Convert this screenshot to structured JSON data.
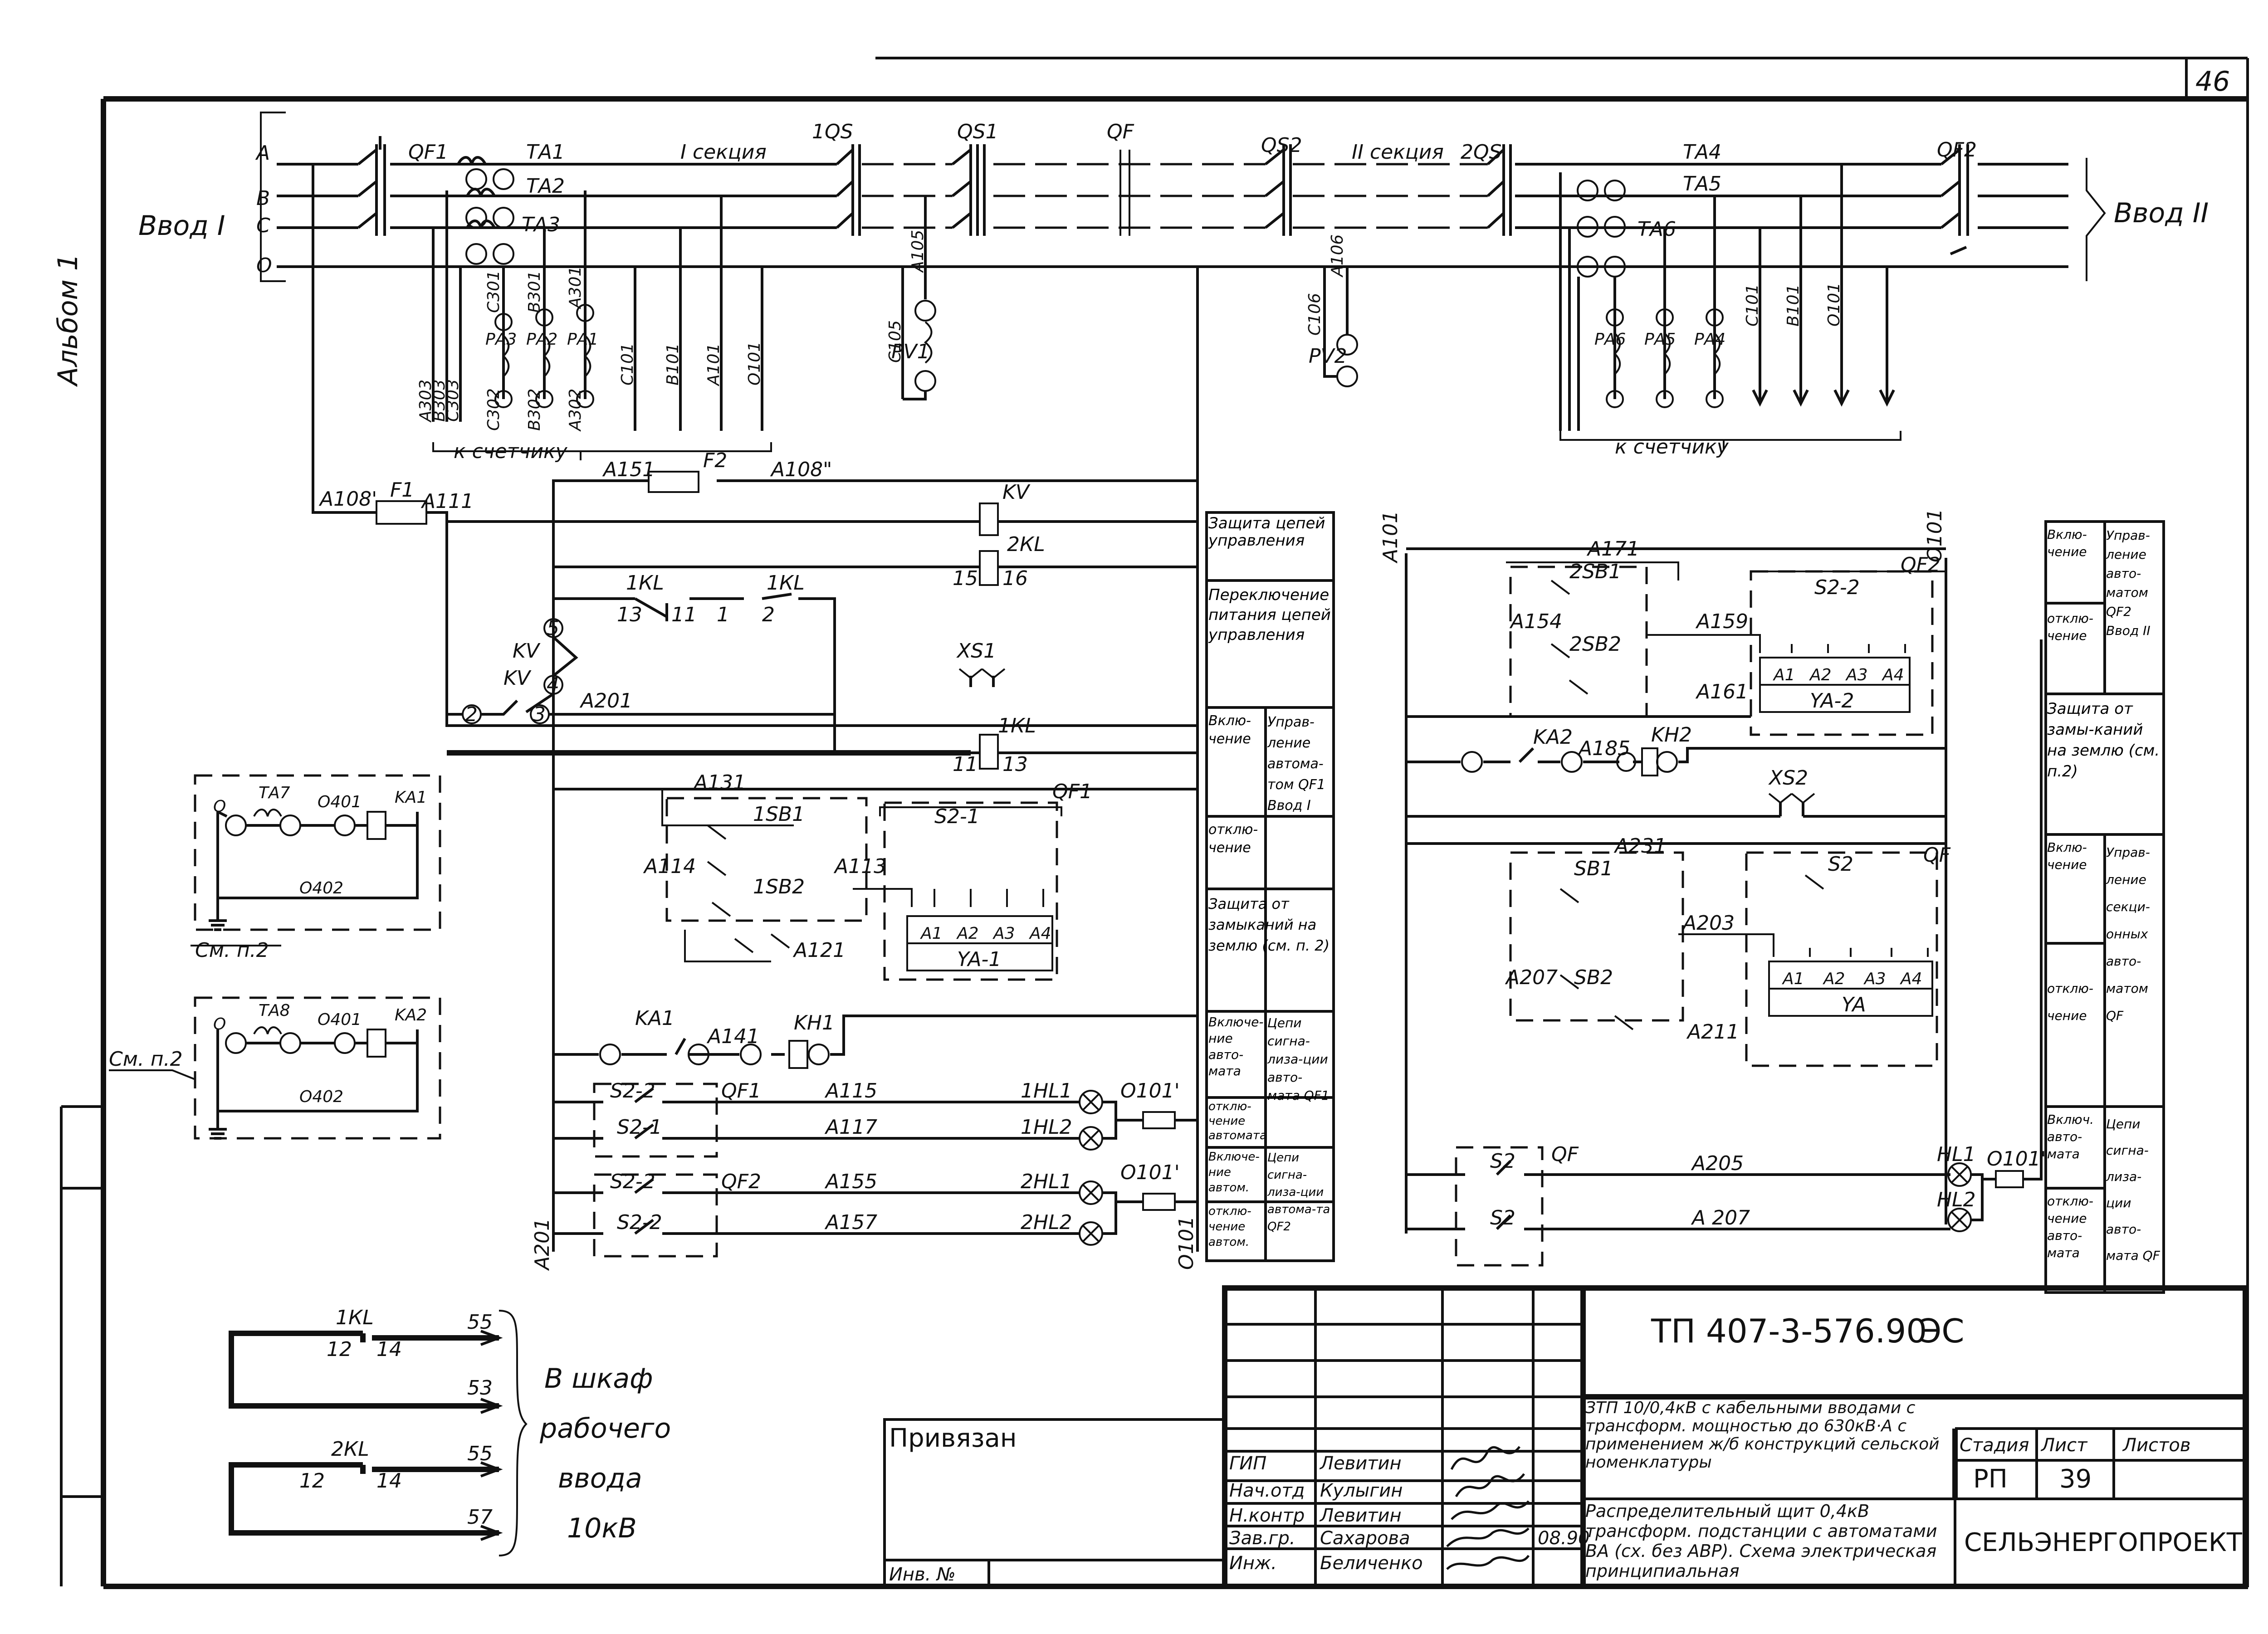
{
  "sheet": {
    "sheet_number": "46",
    "album_label": "Альбом 1"
  },
  "inputs": {
    "input_1": "Ввод I",
    "input_2": "Ввод II",
    "phases": [
      "А",
      "В",
      "С",
      "О"
    ]
  },
  "main_devices": {
    "qf1": "QF1",
    "ta1": "ТА1",
    "ta2": "ТА2",
    "ta3": "ТА3",
    "section_1": "I секция",
    "q1s": "1QS",
    "qs1": "QS1",
    "qf_mid": "QF",
    "qs2": "QS2",
    "section_2": "II секция",
    "q2s": "2QS",
    "ta4": "ТА4",
    "ta5": "ТА5",
    "ta6": "ТА6",
    "qf2": "QF2",
    "pv1": "PV1",
    "pv2": "PV2",
    "to_meter_1": "к счетчику",
    "to_meter_2": "к счетчику",
    "pa_left": [
      "РА3",
      "РА2",
      "РА1"
    ],
    "pa_right": [
      "РА6",
      "РА5",
      "РА4"
    ],
    "wire_left_up": [
      "С301",
      "В301",
      "А301"
    ],
    "wire_left_down": [
      "С302",
      "В302",
      "А302"
    ],
    "wire_left_303": [
      "А303",
      "В303",
      "С303"
    ],
    "wire_left_101": [
      "С101",
      "В101",
      "А101",
      "О101"
    ],
    "wire_right_101": [
      "С101",
      "В101",
      "О101"
    ],
    "pv1_wires": [
      "А105",
      "С105"
    ],
    "pv2_wires": [
      "А106",
      "С106"
    ]
  },
  "control": {
    "f1": "F1",
    "f2": "F2",
    "a108p": "А108'",
    "a108pp": "А108\"",
    "a111": "А111",
    "a151": "А151",
    "kv": "KV",
    "k2kl": "2КL",
    "k1kl": "1КL",
    "xs1": "XS1",
    "xs2": "XS2",
    "a201": "А201",
    "a131": "А131",
    "sb1_1": "1SB1",
    "sb2_1": "1SB2",
    "s2_1": "S2-1",
    "a114": "А114",
    "a113": "А113",
    "a121": "А121",
    "ya1": "YA-1",
    "ka1": "KA1",
    "kh1": "KH1",
    "a141": "А141",
    "s2_2": "S2-2",
    "a115": "А115",
    "a117": "А117",
    "a155": "А155",
    "a157": "А157",
    "hl_1": "1HL1",
    "hl_2": "1HL2",
    "hl_3": "2HL1",
    "hl_4": "2HL2",
    "o101p": "О101'",
    "o101": "О101",
    "a101": "А101",
    "a171": "А171",
    "sb1_2": "2SB1",
    "sb2_2": "2SB2",
    "a154": "А154",
    "a159": "А159",
    "a161": "А161",
    "s2_r": "S2-2",
    "ya2": "YA-2",
    "ka2": "KA2",
    "a185": "А185",
    "kh2": "KH2",
    "a231": "А231",
    "sb1": "SB1",
    "sb2": "SB2",
    "a203": "А203",
    "a207": "А207",
    "a211": "А211",
    "s2": "S2",
    "ya": "YA",
    "a205": "А205",
    "a207b": "А 207",
    "hl1": "HL1",
    "hl2": "HL2",
    "terminals": [
      "А1",
      "А2",
      "А3",
      "А4"
    ],
    "contacts": {
      "c13": "13",
      "c11": "11",
      "c1": "1",
      "c2": "2",
      "c15": "15",
      "c16": "16",
      "c5": "5",
      "c4": "4",
      "c3": "3"
    },
    "aux_ta7": "ТА7",
    "aux_ta8": "ТА8",
    "aux_o401": "О401",
    "aux_o402": "О402",
    "aux_ka1": "KA1",
    "aux_ka2": "KA2",
    "aux_note1": "См. п.2",
    "aux_note2": "См. п.2"
  },
  "function_table_left": [
    {
      "col1": "Защита цепей управления",
      "col2": ""
    },
    {
      "col1": "Переключение питания цепей управления",
      "col2": ""
    },
    {
      "col1": "Вклю-чение",
      "col2": "Управ-ление автома-том QF1 Ввод I"
    },
    {
      "col1": "отклю-чение",
      "col2": ""
    },
    {
      "col1": "Защита от замыканий на землю (см. п. 2)",
      "col2": ""
    },
    {
      "col1": "Включе-ние авто-мата",
      "col2": "Цепи сигна-лиза-ции авто-мата QF1"
    },
    {
      "col1": "отклю-чение автомата",
      "col2": ""
    },
    {
      "col1": "Включе-ние автом.",
      "col2": "Цепи сигна-лиза-ции автома-та QF2"
    },
    {
      "col1": "отклю-чение автом.",
      "col2": ""
    }
  ],
  "function_table_right": [
    {
      "col1": "Вклю-чение",
      "col2": "Управ-ление авто-матом QF2 Ввод II"
    },
    {
      "col1": "отклю-чение",
      "col2": ""
    },
    {
      "col1": "Защита от замы-каний на землю (см. п.2)",
      "col2": ""
    },
    {
      "col1": "Вклю-чение",
      "col2": "Управ-ление секци-онных авто-матом QF"
    },
    {
      "col1": "отклю-чение",
      "col2": ""
    },
    {
      "col1": "Включ. авто-мата",
      "col2": "Цепи сигна-лиза-ции авто-мата QF"
    },
    {
      "col1": "отклю-чение авто-мата",
      "col2": ""
    }
  ],
  "bottom_left": {
    "k1kl": "1КL",
    "k2kl": "2КL",
    "c12a": "12",
    "c14a": "14",
    "c12b": "12",
    "c14b": "14",
    "n55a": "55",
    "n53": "53",
    "n55b": "55",
    "n57": "57",
    "caption": [
      "В шкаф",
      "рабочего",
      "ввода",
      "10кВ"
    ]
  },
  "title_block": {
    "doc_code": "ТП 407-3-576.90",
    "doc_mark": "ЭС",
    "tied": "Привязан",
    "inv_no": "Инв. №",
    "roles": [
      "ГИП",
      "Нач.отд",
      "Н.контр",
      "Зав.гр.",
      "Инж."
    ],
    "names": [
      "Левитин",
      "Кулыгин",
      "Левитин",
      "Сахарова",
      "Беличенко"
    ],
    "date": "08.90",
    "project_title": "ЗТП 10/0,4кВ с кабельными вводами с трансформ. мощностью до 630кВ·А с применением ж/б конструкций сельской номенклатуры",
    "sheet_title": "Распределительный щит 0,4кВ трансформ. подстанции с автоматами ВА (сх. без АВР). Схема электрическая принципиальная",
    "stage_label": "Стадия",
    "sheet_label": "Лист",
    "sheets_label": "Листов",
    "stage": "РП",
    "sheet_no": "39",
    "org": "СЕЛЬЭНЕРГОПРОЕКТ"
  }
}
